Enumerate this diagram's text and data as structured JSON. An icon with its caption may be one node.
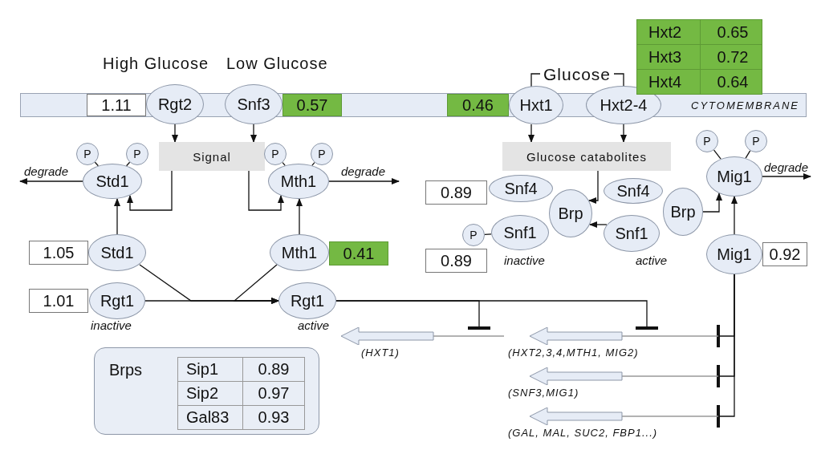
{
  "diagram": {
    "nodes": [
      {
        "text": [
          "CYTOMEMBRANE"
        ]
      },
      {
        "text": [
          "1.11"
        ],
        "in": 0
      },
      {
        "text": [
          "Rgt2"
        ]
      },
      {
        "text": [
          "Snf3"
        ]
      },
      {
        "text": [
          "0.57"
        ],
        "in": 0
      },
      {
        "text": [
          "Glucose"
        ]
      },
      {
        "text": [
          "0.46"
        ],
        "in": 0
      },
      {
        "text": [
          "Hxt1"
        ]
      },
      {
        "text": [
          "Hxt2-4"
        ]
      },
      {
        "text": [
          "Signal"
        ]
      },
      {
        "text": [
          "Glucose catabolites"
        ]
      },
      {
        "text": [
          "P"
        ]
      },
      {
        "text": [
          "P"
        ]
      },
      {
        "text": [
          "Std1"
        ]
      },
      {
        "text": [
          "P"
        ]
      },
      {
        "text": [
          "P"
        ]
      },
      {
        "text": [
          "Mth1"
        ]
      },
      {
        "text": [
          "P"
        ]
      },
      {
        "text": [
          "P"
        ]
      },
      {
        "text": [
          "Mig1"
        ]
      },
      {
        "text": [
          "0.89"
        ]
      },
      {
        "text": [
          "Snf4"
        ]
      },
      {
        "text": [
          "Brp"
        ]
      },
      {
        "text": [
          "Snf1"
        ],
        "beside": [
          "inactive"
        ]
      },
      {
        "text": [
          "P"
        ]
      },
      {
        "text": [
          "0.89"
        ]
      },
      {
        "text": [
          "Snf4"
        ]
      },
      {
        "text": [
          "Brp"
        ]
      },
      {
        "text": [
          "Snf1"
        ],
        "beside": [
          "active"
        ]
      },
      {
        "text": [
          "1.05"
        ]
      },
      {
        "text": [
          "Std1"
        ]
      },
      {
        "text": [
          "Mth1"
        ]
      },
      {
        "text": [
          "0.41"
        ]
      },
      {
        "text": [
          "Mig1"
        ]
      },
      {
        "text": [
          "0.92"
        ]
      },
      {
        "text": [
          "1.01"
        ]
      },
      {
        "text": [
          "Rgt1"
        ],
        "beside": [
          "inactive"
        ]
      },
      {
        "text": [
          "Rgt1"
        ],
        "beside": [
          "active"
        ]
      },
      {
        "text": [
          "(HXT1)"
        ]
      },
      {
        "text": [
          "(HXT2,3,4,MTH1, MIG2)"
        ]
      },
      {
        "text": [
          "(SNF3,MIG1)"
        ]
      },
      {
        "text": [
          "(GAL, MAL, SUC2, FBP1...)"
        ]
      },
      {
        "text": [
          "Brps"
        ]
      }
    ],
    "edges": [
      {
        "from": 2,
        "to": 9,
        "arrow": "to"
      },
      {
        "from": 3,
        "to": 9,
        "arrow": "to"
      },
      {
        "from": 5,
        "to": 7,
        "arrow": "none"
      },
      {
        "from": 5,
        "to": 8,
        "arrow": "none"
      },
      {
        "from": 7,
        "to": 10,
        "arrow": "to"
      },
      {
        "from": 8,
        "to": 10,
        "arrow": "to"
      },
      {
        "from": 9,
        "to": 13,
        "arrow": "to"
      },
      {
        "from": 9,
        "to": 16,
        "arrow": "to"
      },
      {
        "from": 11,
        "to": 13,
        "arrow": "none"
      },
      {
        "from": 12,
        "to": 13,
        "arrow": "none"
      },
      {
        "from": 14,
        "to": 16,
        "arrow": "none"
      },
      {
        "from": 15,
        "to": 16,
        "arrow": "none"
      },
      {
        "from": 17,
        "to": 19,
        "arrow": "none"
      },
      {
        "from": 18,
        "to": 19,
        "arrow": "none"
      },
      {
        "from": 13,
        "to": null,
        "arrow": "to",
        "label": "degrade"
      },
      {
        "from": 16,
        "to": null,
        "arrow": "to",
        "label": "degrade"
      },
      {
        "from": 19,
        "to": null,
        "arrow": "to",
        "label": "degrade"
      },
      {
        "from": 10,
        "to": 22,
        "arrow": "to"
      },
      {
        "from": 28,
        "to": 22,
        "arrow": "to"
      },
      {
        "from": 24,
        "to": 23,
        "arrow": "none"
      },
      {
        "from": 27,
        "to": 19,
        "arrow": "to"
      },
      {
        "from": 30,
        "to": 13,
        "arrow": "to"
      },
      {
        "from": 31,
        "to": 16,
        "arrow": "to"
      },
      {
        "from": 33,
        "to": 19,
        "arrow": "to"
      },
      {
        "from": 36,
        "to": 37,
        "arrow": "to"
      },
      {
        "from": 30,
        "to": 37,
        "arrow": "to"
      },
      {
        "from": 31,
        "to": 37,
        "arrow": "to"
      },
      {
        "from": 37,
        "to": 38,
        "arrow": "other"
      },
      {
        "from": 37,
        "to": 39,
        "arrow": "other"
      },
      {
        "from": 33,
        "to": 39,
        "arrow": "other"
      },
      {
        "from": 33,
        "to": 40,
        "arrow": "other"
      },
      {
        "from": 33,
        "to": 41,
        "arrow": "other"
      }
    ],
    "labels": [
      "High Glucose",
      "Low Glucose",
      "Hxt2",
      "0.65",
      "Hxt3",
      "0.72",
      "Hxt4",
      "0.64",
      "Sip1",
      "0.89",
      "Sip2",
      "0.97",
      "Gal83",
      "0.93"
    ]
  }
}
